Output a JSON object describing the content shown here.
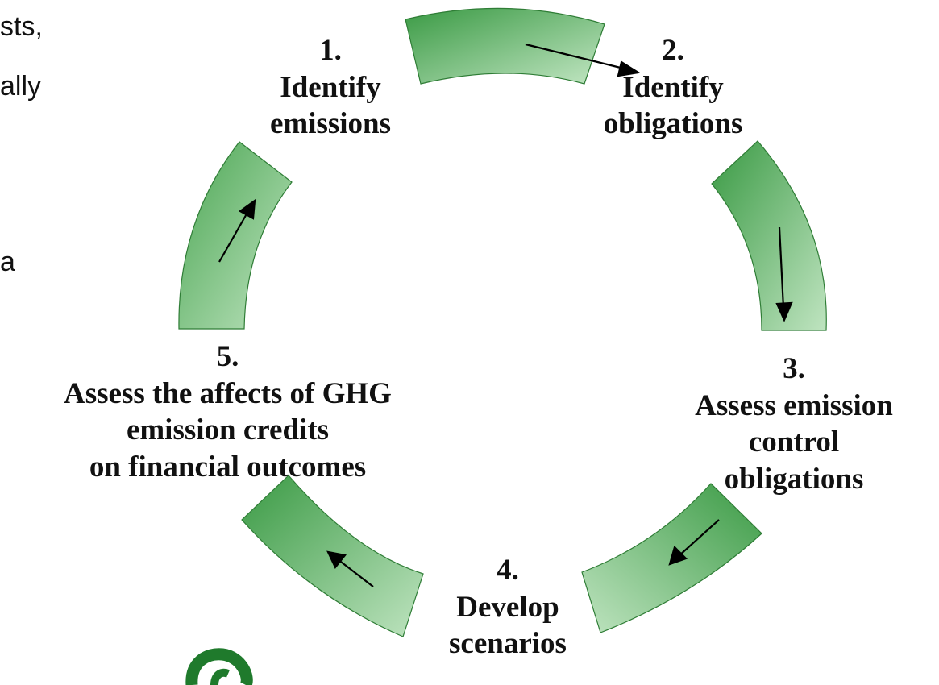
{
  "edge_text": {
    "line1": "sts,",
    "line2": "ally",
    "line3": "a"
  },
  "steps": [
    {
      "number": "1.",
      "lines": [
        "Identify",
        "emissions"
      ]
    },
    {
      "number": "2.",
      "lines": [
        "Identify",
        "obligations"
      ]
    },
    {
      "number": "3.",
      "lines": [
        "Assess emission",
        "control",
        "obligations"
      ]
    },
    {
      "number": "4.",
      "lines": [
        "Develop",
        "scenarios"
      ]
    },
    {
      "number": "5.",
      "lines": [
        "Assess the affects of GHG",
        "emission credits",
        "on financial outcomes"
      ]
    }
  ],
  "colors": {
    "arc_dark": "#3a9a44",
    "arc_light": "#bfe4c0",
    "arc_stroke": "#2f7d36",
    "arrow": "#000000",
    "logo": "#1f7a2c"
  },
  "icons": {
    "cycle_arrow": "arrow-icon",
    "logo": "spiral-logo-icon"
  }
}
